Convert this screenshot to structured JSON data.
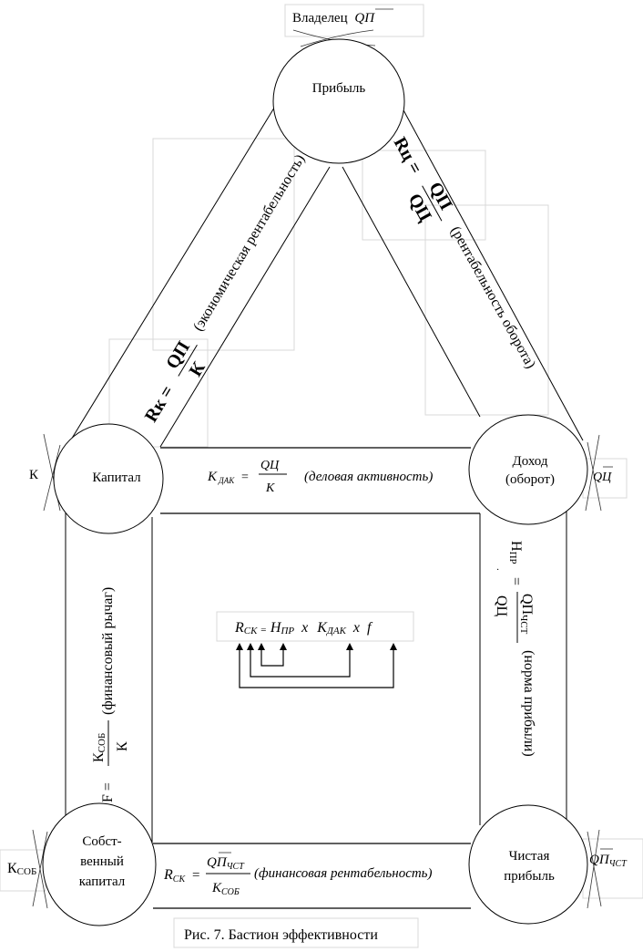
{
  "figure": {
    "caption": "Рис. 7. Бастион эффективности",
    "type": "diagram"
  },
  "nodes": {
    "profit": {
      "label": "Прибыль",
      "outer_label_prefix": "Владелец",
      "outer_label_math": "QП",
      "outer_label_math_overline": "П"
    },
    "capital": {
      "label": "Капитал",
      "outer_label": "К"
    },
    "revenue": {
      "label_line1": "Доход",
      "label_line2": "(оборот)",
      "outer_label_math": "QЦ"
    },
    "equity": {
      "label_line1": "Собст-",
      "label_line2": "венный",
      "label_line3": "капитал",
      "outer_label_main": "К",
      "outer_label_sub": "СОБ"
    },
    "net_profit": {
      "label_line1": "Чистая",
      "label_line2": "прибыль",
      "outer_label_main": "QП",
      "outer_label_sub": "ЧСТ"
    }
  },
  "links": {
    "economic_profitability": {
      "lhs": "Rк =",
      "numerator": "QП",
      "denominator": "К",
      "description": "(экономическая рентабельность)"
    },
    "turnover_profitability": {
      "lhs": "Rц =",
      "numerator": "QП",
      "denominator": "QЦ",
      "description": "(рентабельность оборота)"
    },
    "business_activity": {
      "lhs_main": "K",
      "lhs_sub": "ДАК",
      "eq": "=",
      "numerator": "QЦ",
      "denominator": "K",
      "description": "(деловая активность)"
    },
    "financial_leverage": {
      "lhs": "F =",
      "numerator_main": "К",
      "numerator_sub": "СОБ",
      "denominator": "К",
      "description": "(финансовый рычаг)"
    },
    "profit_rate": {
      "lhs_main": "Н",
      "lhs_sub": "ПР",
      "eq": "=",
      "numerator_main": "QП",
      "numerator_sub": "ЧСТ",
      "denominator": "QЦ",
      "dot": ".",
      "description": "(норма прибыли)"
    },
    "financial_profitability": {
      "lhs_main": "R",
      "lhs_sub": "СК",
      "eq": "=",
      "numerator_main": "QП",
      "numerator_sub": "ЧСТ",
      "denominator_main": "K",
      "denominator_sub": "СОБ",
      "description": "(финансовая  рентабельность)"
    }
  },
  "central_formula": {
    "r_main": "R",
    "r_sub": "СК",
    "eq": "=",
    "h_main": "H",
    "h_sub": "ПР",
    "x1": "x",
    "k_main": "K",
    "k_sub": "ДАК",
    "x2": "x",
    "f": "f"
  }
}
